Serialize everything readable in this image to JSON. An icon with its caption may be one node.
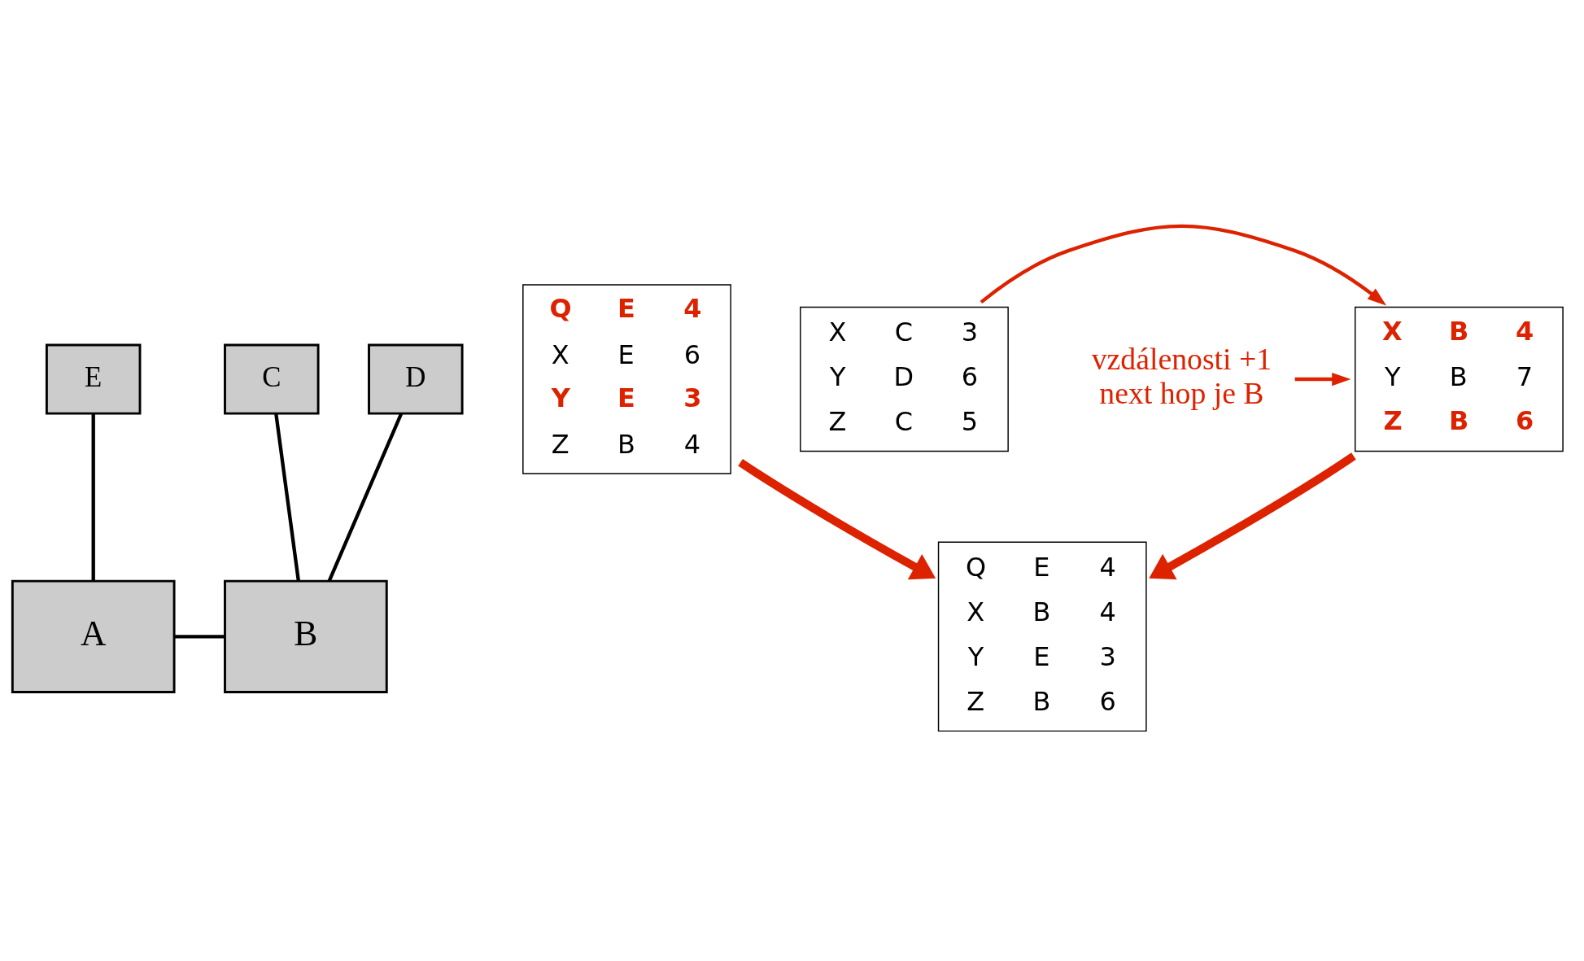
{
  "diagram": {
    "nodes": [
      {
        "text": [
          "E"
        ]
      },
      {
        "text": [
          "A"
        ]
      },
      {
        "text": [
          "C"
        ]
      },
      {
        "text": [
          "D"
        ]
      },
      {
        "text": [
          "B"
        ]
      },
      {
        "text": [
          "Q",
          "E",
          "4",
          "X",
          "E",
          "6",
          "Y",
          "E",
          "3",
          "Z",
          "B",
          "4"
        ]
      },
      {
        "text": [
          "X",
          "B",
          "4",
          "Y",
          "B",
          "7",
          "Z",
          "B",
          "6"
        ]
      },
      {
        "text": [
          "X",
          "C",
          "3",
          "Y",
          "D",
          "6",
          "Z",
          "C",
          "5"
        ]
      },
      {
        "text": [
          "Q",
          "E",
          "4",
          "X",
          "B",
          "4",
          "Y",
          "E",
          "3",
          "Z",
          "B",
          "6"
        ]
      },
      {
        "text": [
          "vzdálenosti +1",
          "next hop je B"
        ]
      }
    ],
    "edges": [
      {
        "from": 0,
        "to": 1,
        "arrow": "none"
      },
      {
        "from": 1,
        "to": 4,
        "arrow": "none"
      },
      {
        "from": 2,
        "to": 4,
        "arrow": "none"
      },
      {
        "from": 3,
        "to": 4,
        "arrow": "none"
      },
      {
        "from": 7,
        "to": 6,
        "arrow": "to",
        "color": "#dd2200"
      },
      {
        "from": 9,
        "to": 6,
        "arrow": "to",
        "color": "#dd2200"
      },
      {
        "from": 5,
        "to": 8,
        "arrow": "to",
        "style": "thick",
        "color": "#dd2200"
      },
      {
        "from": 6,
        "to": 8,
        "arrow": "to",
        "style": "thick",
        "color": "#dd2200"
      }
    ]
  }
}
